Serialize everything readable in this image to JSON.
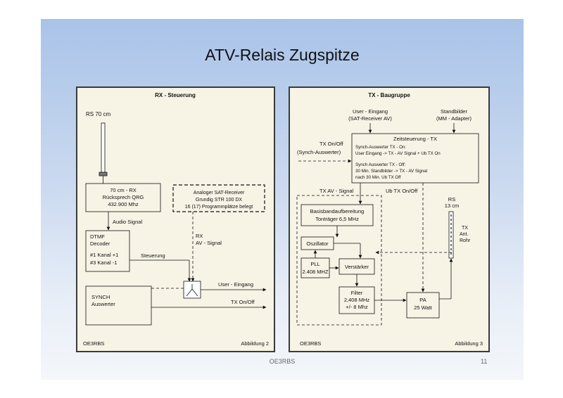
{
  "slide": {
    "title": "ATV-Relais Zugspitze",
    "footer": "OE3RBS",
    "page_number": "11"
  },
  "rx_diagram": {
    "title": "RX - Steuerung",
    "antenna_label": "RS 70 cm",
    "receiver": [
      "70 cm - RX",
      "Rücksprech QRG",
      "432.900 Mhz"
    ],
    "sat_receiver": [
      "Analoger SAT-Receiver",
      "Grundig STR 100 DX",
      "16 (17) Programmplätze belegt"
    ],
    "audio_signal": "Audio Signal",
    "dtmf": [
      "DTMF",
      "Decoder",
      "#1 Kanal +1",
      "#3 Kanal -1"
    ],
    "steuerung": "Steuerung",
    "rx_av": [
      "RX",
      "AV - Signal"
    ],
    "synch": [
      "SYNCH",
      "Auswerter"
    ],
    "user_input": "User - Eingang",
    "tx_onoff": "TX On/Off",
    "credit": "OE3RBS",
    "figure": "Abbildung 2"
  },
  "tx_diagram": {
    "title": "TX - Baugruppe",
    "user_input": [
      "User - Eingang",
      "(SAT-Receiver AV)"
    ],
    "still_images": [
      "Standbilder",
      "(MM - Adapter)"
    ],
    "tx_onoff": [
      "TX On/Off",
      "(Synch-Auswerter)"
    ],
    "timer": {
      "title": "Zeitsteuerung - TX",
      "lines": [
        "Synch-Auswerter TX - On:",
        "User Eingang -> TX - AV Signal + Ub TX On",
        "Synch Auswerter TX - Off:",
        "30 Min. Standbilder -> TX - AV Signal",
        "nach 30 Min. Ub TX Off"
      ]
    },
    "tx_av_signal": "TX AV - Signal",
    "ub_tx_onoff": "Ub TX On/Off",
    "rs": [
      "RS",
      "13 cm"
    ],
    "antenna": [
      "TX",
      "Ant.",
      "Rohr"
    ],
    "baseband": [
      "Basisbandaufbereitung",
      "Tonträger 6,5 MHz"
    ],
    "oscillator": "Oszillator",
    "pll": [
      "PLL",
      "2.408 MHZ"
    ],
    "amplifier": "Verstärker",
    "filter": [
      "Filter",
      "2,408 MHz",
      "+/- 8 Mhz"
    ],
    "pa": [
      "PA",
      "25 Watt"
    ],
    "credit": "OE3RBS",
    "figure": "Abbildung 3"
  }
}
